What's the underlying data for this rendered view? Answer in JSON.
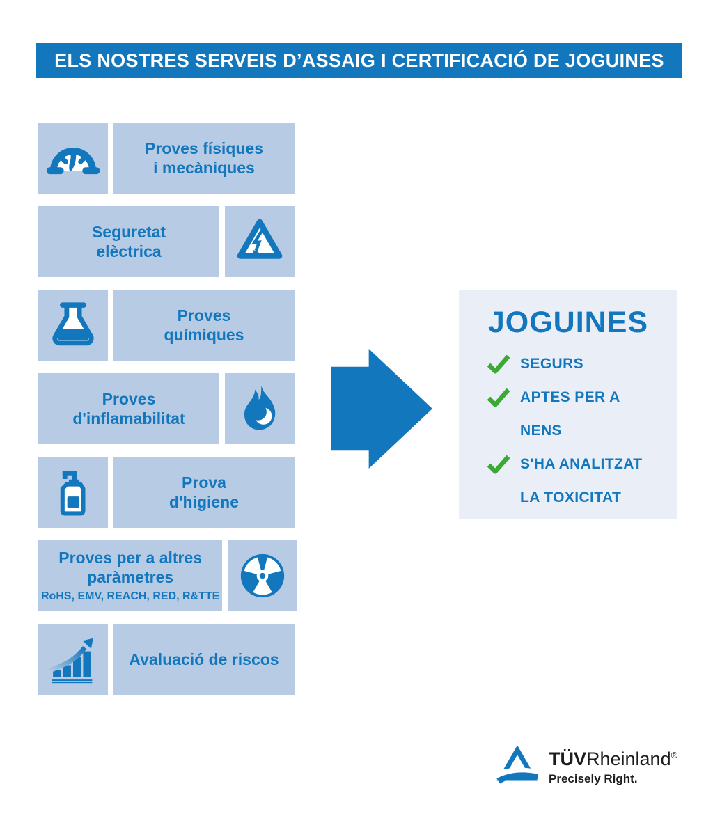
{
  "header": {
    "title": "ELS NOSTRES SERVEIS D’ASSAIG I CERTIFICACIÓ DE JOGUINES"
  },
  "services": [
    {
      "label": "Proves físiques\ni mecàniques",
      "icon": "gauge-icon",
      "icon_side": "left"
    },
    {
      "label": "Seguretat\nelèctrica",
      "icon": "high-voltage-icon",
      "icon_side": "right"
    },
    {
      "label": "Proves\nquímiques",
      "icon": "flask-icon",
      "icon_side": "left"
    },
    {
      "label": "Proves\nd'inflamabilitat",
      "icon": "flame-icon",
      "icon_side": "right"
    },
    {
      "label": "Prova\nd'higiene",
      "icon": "soap-dispenser-icon",
      "icon_side": "left"
    },
    {
      "label": "Proves per a altres\nparàmetres",
      "sublabel": "RoHS, EMV, REACH, RED, R&TTE",
      "icon": "radiation-icon",
      "icon_side": "right"
    },
    {
      "label": "Avaluació de riscos",
      "icon": "growth-chart-icon",
      "icon_side": "left"
    }
  ],
  "result_panel": {
    "title": "JOGUINES",
    "items": [
      {
        "lines": [
          "SEGURS"
        ]
      },
      {
        "lines": [
          "APTES PER A",
          "NENS"
        ]
      },
      {
        "lines": [
          "S'HA ANALITZAT",
          "LA TOXICITAT"
        ]
      }
    ]
  },
  "logo": {
    "brand_bold": "TÜV",
    "brand_regular": "Rheinland",
    "registered": "®",
    "tagline": "Precisely Right."
  },
  "colors": {
    "brand_blue": "#1277bd",
    "light_blue_box": "#b8cbe4",
    "panel_blue": "#e9eef7",
    "check_green": "#3aaa35"
  }
}
